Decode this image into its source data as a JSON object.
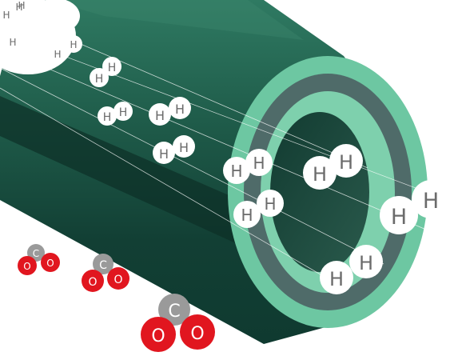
{
  "colors": {
    "background": "#ffffff",
    "tube_dark": "#0f3a30",
    "tube_mid": "#1f5c4a",
    "tube_light": "#2f7a62",
    "ring_outer": "#6dc7a2",
    "ring_mid": "#4f6b69",
    "ring_inner": "#7ed0ad",
    "hole": "#2a5a4c",
    "hydrogen": "#ffffff",
    "hydrogen_text": "#6b6b6b",
    "carbon": "#9a9a9a",
    "oxygen": "#e1161f"
  },
  "molecules": {
    "hydrogen": [
      {
        "a": "H",
        "b": "H"
      },
      {
        "a": "H",
        "b": "H"
      },
      {
        "a": "H",
        "b": "H"
      },
      {
        "a": "H",
        "b": "H"
      },
      {
        "a": "H",
        "b": "H"
      },
      {
        "a": "H",
        "b": "H"
      },
      {
        "a": "H",
        "b": "H"
      },
      {
        "a": "H",
        "b": "H"
      },
      {
        "a": "H",
        "b": "H"
      },
      {
        "a": "H",
        "b": "H"
      },
      {
        "a": "H",
        "b": "H"
      },
      {
        "a": "H",
        "b": "H"
      },
      {
        "a": "H",
        "b": "H"
      }
    ],
    "co2": [
      {
        "c": "C",
        "o1": "O",
        "o2": "O"
      },
      {
        "c": "C",
        "o1": "O",
        "o2": "O"
      },
      {
        "c": "C",
        "o1": "O",
        "o2": "O"
      }
    ]
  }
}
